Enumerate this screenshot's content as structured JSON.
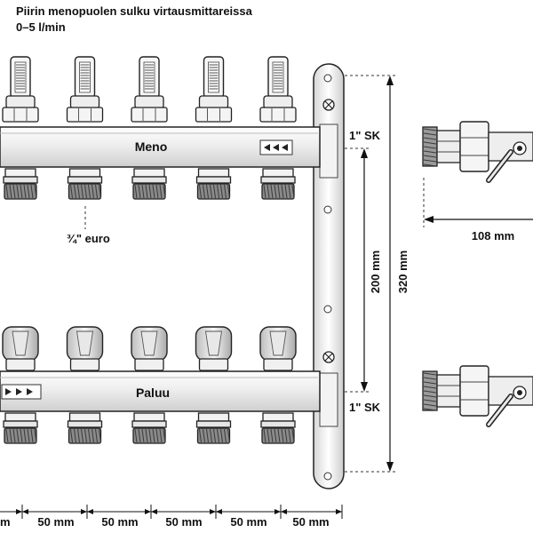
{
  "title": {
    "line1": "Piirin menopuolen sulku virtausmittareissa",
    "line2": "0–5 l/min"
  },
  "labels": {
    "supply": "Meno",
    "return": "Paluu",
    "outlet_thread": "¾\" euro",
    "main_thread_top": "1\" SK",
    "main_thread_bottom": "1\" SK"
  },
  "dimensions": {
    "between_headers": "200 mm",
    "total_height": "320 mm",
    "valve_length": "108 mm",
    "spacing_first": "m",
    "spacing": [
      "50 mm",
      "50 mm",
      "50 mm",
      "50 mm",
      "50 mm"
    ]
  },
  "outlet_count": 5
}
